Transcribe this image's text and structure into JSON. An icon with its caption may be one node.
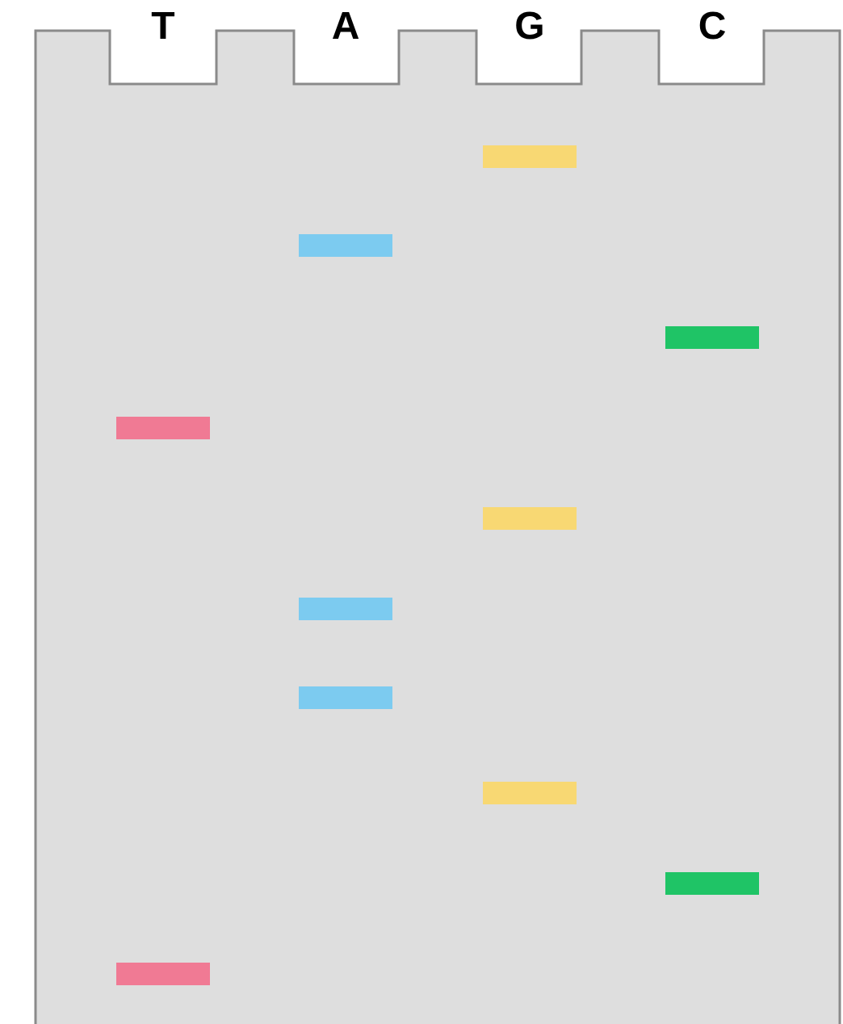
{
  "diagram": {
    "labels": [
      "T",
      "A",
      "G",
      "C"
    ]
  }
}
